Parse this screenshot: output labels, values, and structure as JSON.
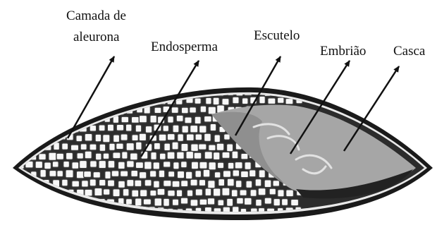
{
  "labels": {
    "aleurone_line1": "Camada de",
    "aleurone_line2": "aleurona",
    "endosperm": "Endosperma",
    "scutellum": "Escutelo",
    "embryo": "Embrião",
    "husk": "Casca"
  },
  "colors": {
    "husk": "#1a1a1a",
    "endosperm_cells": "#f7f7f7",
    "endosperm_walls": "#3c3c3c",
    "embryo": "#a6a6a6",
    "pointer": "#111111"
  }
}
